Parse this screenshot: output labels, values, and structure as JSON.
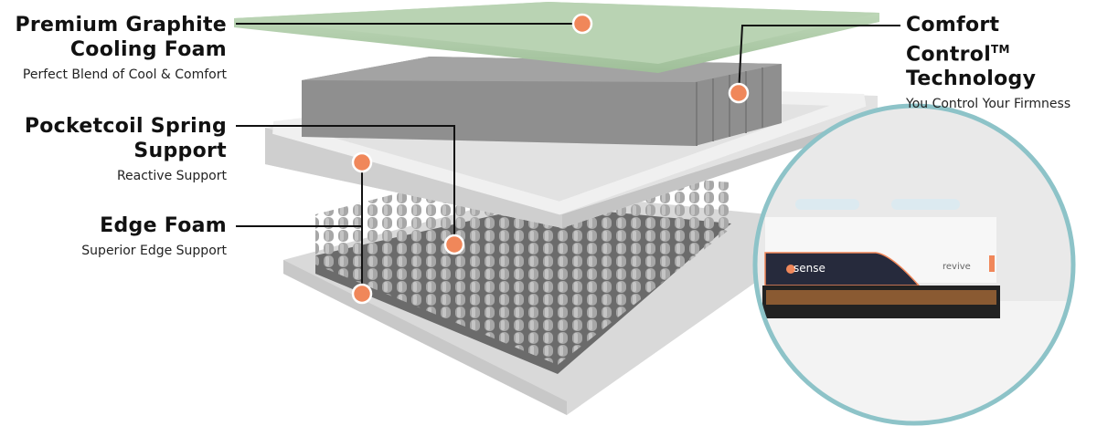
{
  "labels": {
    "graphite": {
      "title_line1": "Premium Graphite",
      "title_line2": "Cooling Foam",
      "subtitle": "Perfect Blend of Cool & Comfort"
    },
    "comfort": {
      "title_line1": "Comfort Control",
      "trademark": "TM",
      "title_line2": "Technology",
      "subtitle": "You Control Your Firmness"
    },
    "pocketcoil": {
      "title_line1": "Pocketcoil Spring",
      "title_line2": "Support",
      "subtitle": "Reactive Support"
    },
    "edge": {
      "title_line1": "Edge Foam",
      "subtitle": "Superior Edge Support"
    }
  },
  "inset": {
    "brand": "sense",
    "product": "revive"
  },
  "colors": {
    "accent": "#F0875A",
    "foam_green": "#A9C7A4",
    "ring": "#8DC3C8",
    "layer_gray": "#8E8E8E"
  }
}
